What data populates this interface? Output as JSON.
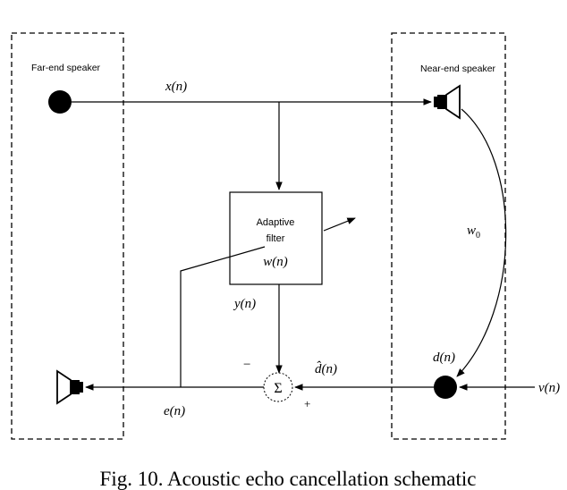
{
  "boxes": {
    "far_end_label": "Far-end speaker",
    "near_end_label": "Near-end speaker"
  },
  "filter": {
    "line1": "Adaptive",
    "line2": "filter",
    "weight": "w(n)"
  },
  "signals": {
    "x": "x(n)",
    "y": "y(n)",
    "d_hat": "d̂(n)",
    "d": "d(n)",
    "e": "e(n)",
    "v": "v(n)",
    "w0": "w",
    "w0_sub": "0"
  },
  "summer": {
    "symbol": "Σ",
    "minus": "−",
    "plus": "+"
  },
  "caption": "Fig. 10. Acoustic echo cancellation schematic",
  "colors": {
    "stroke": "#000000",
    "background": "#ffffff"
  },
  "icons": {
    "far_end_source": "filled-circle",
    "near_end_loudspeaker": "speaker-icon",
    "far_end_loudspeaker": "speaker-icon",
    "near_end_mic": "filled-circle"
  }
}
